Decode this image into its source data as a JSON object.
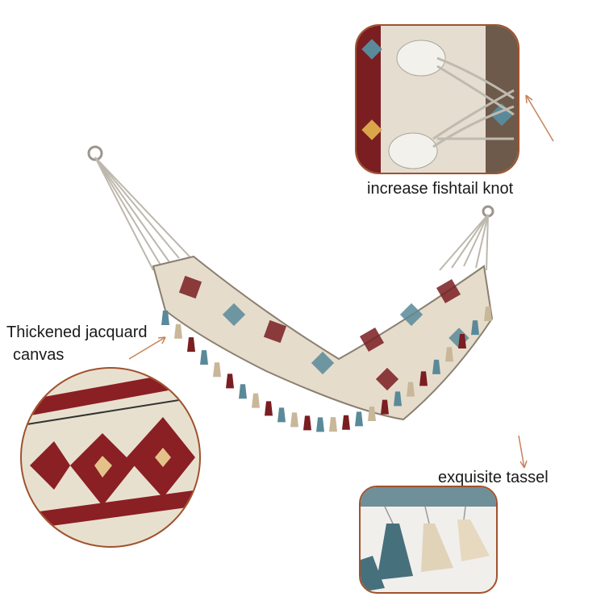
{
  "labels": {
    "knot": "increase fishtail knot",
    "canvas_line1": "Thickened jacquard",
    "canvas_line2": "canvas",
    "tassel": "exquisite tassel"
  },
  "colors": {
    "arrow": "#c8825a",
    "inset_border": "#a0522d",
    "maroon": "#7a1e22",
    "cream": "#e8e0cf",
    "teal": "#5a8a9a",
    "rope": "#cfcac0"
  }
}
